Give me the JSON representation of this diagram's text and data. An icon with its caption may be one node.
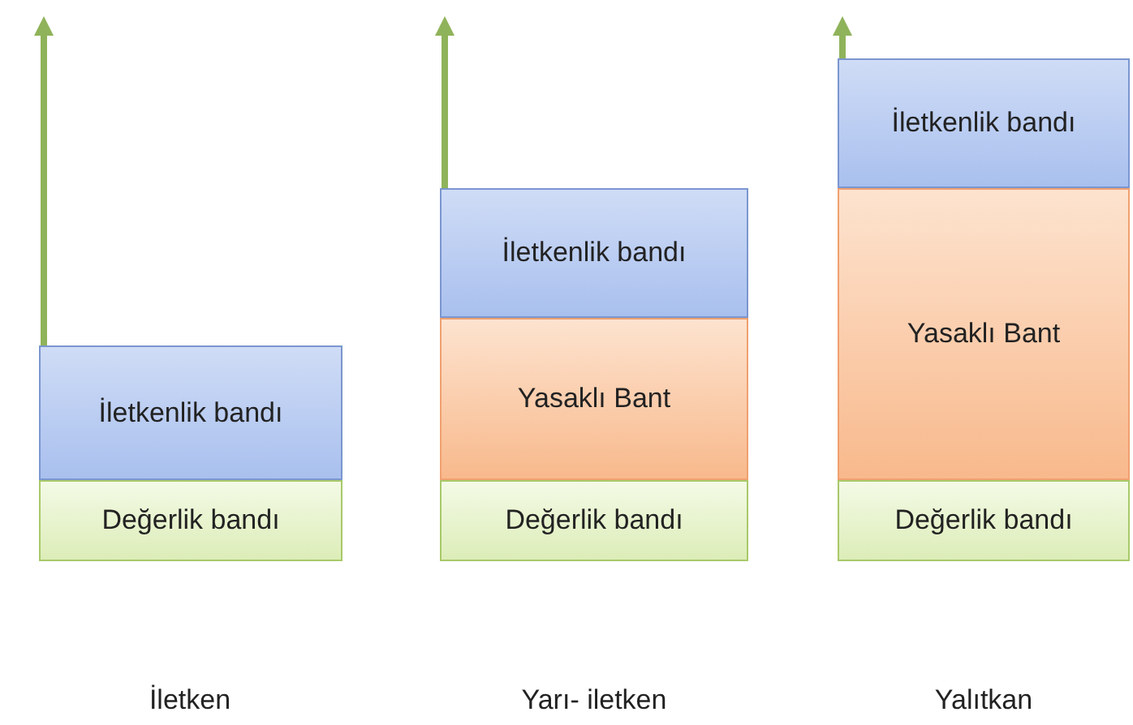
{
  "diagram": {
    "nodes": [
      {
        "text": [
          "İletkenlik bandı"
        ]
      },
      {
        "text": [
          "Değerlik bandı"
        ]
      },
      {
        "text": [
          "İletkenlik bandı"
        ]
      },
      {
        "text": [
          "Yasaklı Bant"
        ]
      },
      {
        "text": [
          "Değerlik bandı"
        ]
      },
      {
        "text": [
          "İletkenlik bandı"
        ]
      },
      {
        "text": [
          "Yasaklı Bant"
        ]
      },
      {
        "text": [
          "Değerlik bandı"
        ]
      }
    ],
    "edges": [],
    "labels": [
      "İletken",
      "Yarı- iletken",
      "Yalıtkan"
    ]
  }
}
